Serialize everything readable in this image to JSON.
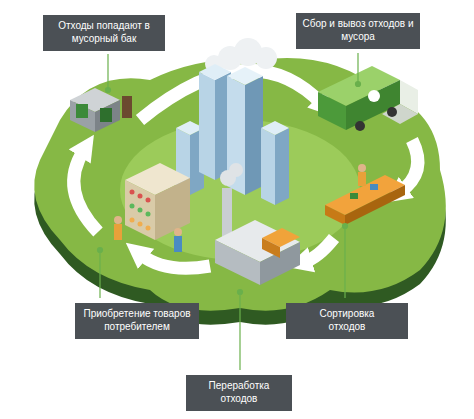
{
  "diagram": {
    "nodes": [
      {
        "text": [
          "Отходы попадают в мусорный бак"
        ]
      },
      {
        "text": [
          "Сбор и вывоз отходов и мусора"
        ]
      },
      {
        "text": [
          "Приобретение товаров потребителем"
        ]
      },
      {
        "text": [
          "Сортировка отходов"
        ]
      },
      {
        "text": [
          "Переработка отходов"
        ]
      }
    ]
  }
}
